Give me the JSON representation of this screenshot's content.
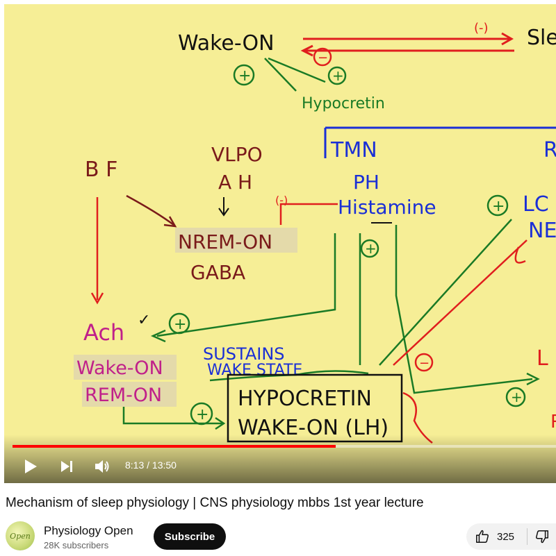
{
  "player": {
    "current_time": "8:13",
    "duration": "13:50",
    "time_display": "8:13 / 13:50",
    "progress_fraction": 0.595,
    "accent_color": "#ff0000"
  },
  "board": {
    "wake_on_top": "Wake-ON",
    "minus_top": "(-)",
    "sl_partial": "Sle",
    "minus_circle_top": "−",
    "plus_left": "+",
    "plus_right": "+",
    "hypocretin_small": "Hypocretin",
    "bf": "B F",
    "vlpo": "VLPO",
    "ah": "A H",
    "nrem_on": "NREM-ON",
    "gaba": "GABA",
    "minus_nrem": "(-)",
    "tmn": "TMN",
    "ph": "PH",
    "histamine": "Histamine",
    "plus_hist": "+",
    "r_partial": "R",
    "lc_partial": "LC",
    "ne_partial": "NE",
    "plus_lc": "+",
    "ach": "Ach",
    "check": "✓",
    "plus_ach": "+",
    "wake_on_left": "Wake-ON",
    "rem_on_left": "REM-ON",
    "sustains": "SUSTAINS",
    "wake_state": "WAKE STATE",
    "hypocretin_box_1": "HYPOCRETIN",
    "hypocretin_box_2": "WAKE-ON (LH)",
    "plus_box": "+",
    "minus_circle_mid": "−",
    "plus_bottom_right": "+",
    "l_partial": "L",
    "r_bottom_partial": "R"
  },
  "video": {
    "title": "Mechanism of sleep physiology | CNS physiology mbbs 1st year lecture"
  },
  "channel": {
    "name": "Physiology Open",
    "subscribers": "28K subscribers",
    "avatar_text": "Open",
    "subscribe_label": "Subscribe"
  },
  "actions": {
    "like_count": "325"
  },
  "icons": {
    "play": "play-icon",
    "next": "next-icon",
    "volume": "volume-icon",
    "like": "thumbs-up-icon",
    "dislike": "thumbs-down-icon"
  }
}
